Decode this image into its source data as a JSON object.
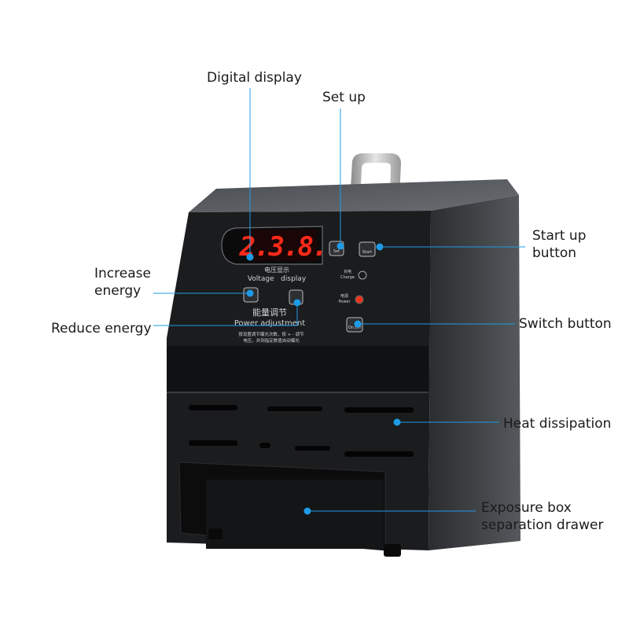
{
  "accent_color": "#1e9be6",
  "device": {
    "display_digits": "2.3.8.",
    "display_label_cn": "电压显示",
    "display_label_en": "Voltage   display",
    "set_button": "Set",
    "start_button": "Start",
    "charge_label_cn": "充电",
    "charge_label_en": "Charge",
    "power_label_cn": "电源",
    "power_label_en": "Power",
    "onoff_button": "On.Off",
    "power_adj_cn": "能量调节",
    "power_adj_en": "Power adjustment",
    "note_line1": "按设置调节曝光次数，按 + - 调节",
    "note_line2": "电压，并到指定数值自动曝光"
  },
  "callouts": {
    "digital_display": "Digital display",
    "set_up": "Set up",
    "start_up_1": "Start up",
    "start_up_2": "button",
    "increase_1": "Increase",
    "increase_2": "energy",
    "reduce": "Reduce energy",
    "switch": "Switch button",
    "heat": "Heat dissipation",
    "drawer_1": "Exposure box",
    "drawer_2": "separation drawer"
  }
}
